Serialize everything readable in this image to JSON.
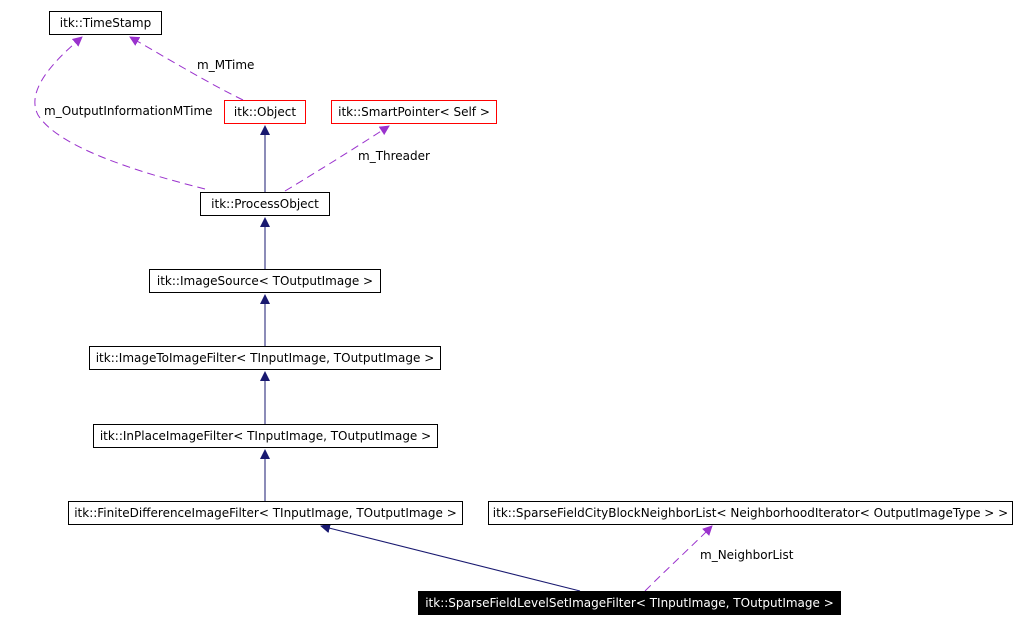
{
  "colors": {
    "inheritance": "#191970",
    "usage": "#9a32cd",
    "highlight_border": "#ff0000",
    "selected_fill": "#000000"
  },
  "nodes": {
    "timestamp": "itk::TimeStamp",
    "object": "itk::Object",
    "smartpointer": "itk::SmartPointer< Self >",
    "processobject": "itk::ProcessObject",
    "imagesource": "itk::ImageSource< TOutputImage >",
    "imagetoimage": "itk::ImageToImageFilter< TInputImage, TOutputImage >",
    "inplace": "itk::InPlaceImageFilter< TInputImage, TOutputImage >",
    "finitediff": "itk::FiniteDifferenceImageFilter< TInputImage, TOutputImage >",
    "neighborlist": "itk::SparseFieldCityBlockNeighborList< NeighborhoodIterator< OutputImageType > >",
    "sparsefield": "itk::SparseFieldLevelSetImageFilter< TInputImage, TOutputImage >"
  },
  "edge_labels": {
    "mtime": "m_MTime",
    "output_info_mtime": "m_OutputInformationMTime",
    "threader": "m_Threader",
    "neighbor_list": "m_NeighborList"
  }
}
